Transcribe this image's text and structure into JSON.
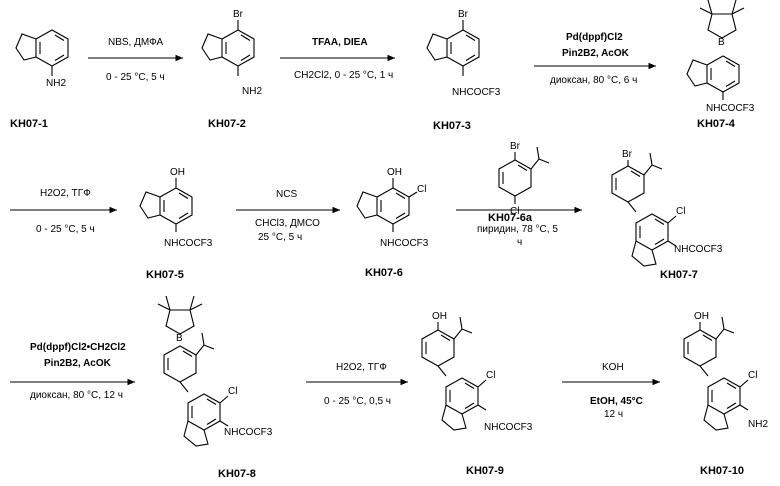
{
  "compounds": {
    "c1": {
      "label": "KH07-1",
      "sub": "NH2"
    },
    "c2": {
      "label": "KH07-2",
      "br": "Br",
      "sub": "NH2"
    },
    "c3": {
      "label": "KH07-3",
      "br": "Br",
      "sub": "NHCOCF3"
    },
    "c4": {
      "label": "KH07-4",
      "boron": "B",
      "sub": "NHCOCF3"
    },
    "c5": {
      "label": "KH07-5",
      "oh": "OH",
      "sub": "NHCOCF3"
    },
    "c6": {
      "label": "KH07-6",
      "oh": "OH",
      "cl": "Cl",
      "sub": "NHCOCF3"
    },
    "c6a": {
      "label": "KH07-6a",
      "br": "Br",
      "cl": "Cl"
    },
    "c7": {
      "label": "KH07-7",
      "br": "Br",
      "cl": "Cl",
      "sub": "NHCOCF3"
    },
    "c8": {
      "label": "KH07-8",
      "boron": "B",
      "cl": "Cl",
      "sub": "NHCOCF3"
    },
    "c9": {
      "label": "KH07-9",
      "oh": "OH",
      "cl": "Cl",
      "sub": "NHCOCF3"
    },
    "c10": {
      "label": "KH07-10",
      "oh": "OH",
      "cl": "Cl",
      "sub": "NH2"
    }
  },
  "steps": {
    "s1": {
      "top": "NBS, ДМФА",
      "bottom": "0 - 25 °C, 5 ч"
    },
    "s2": {
      "top": "TFAA, DIEA",
      "bottom": "CH2Cl2, 0 - 25 °C, 1 ч"
    },
    "s3": {
      "top1": "Pd(dppf)Cl2",
      "top2": "Pin2B2, AcOK",
      "bottom": "диоксан, 80 °C, 6 ч"
    },
    "s4": {
      "top": "H2O2, ТГФ",
      "bottom": "0 - 25 °C, 5 ч"
    },
    "s5": {
      "top": "NCS",
      "bottom1": "CHCl3, ДМСО",
      "bottom2": "25 °C, 5 ч"
    },
    "s6": {
      "bottom1": "пиридин, 78 °C, 5",
      "bottom2": "ч"
    },
    "s7": {
      "top1": "Pd(dppf)Cl2•CH2Cl2",
      "top2": "Pin2B2, AcOK",
      "bottom": "диоксан, 80 °C, 12 ч"
    },
    "s8": {
      "top": "H2O2, ТГФ",
      "bottom": "0 - 25 °C, 0,5 ч"
    },
    "s9": {
      "top": "KOH",
      "bottom1": "EtOH, 45°C",
      "bottom2": "12 ч"
    }
  }
}
